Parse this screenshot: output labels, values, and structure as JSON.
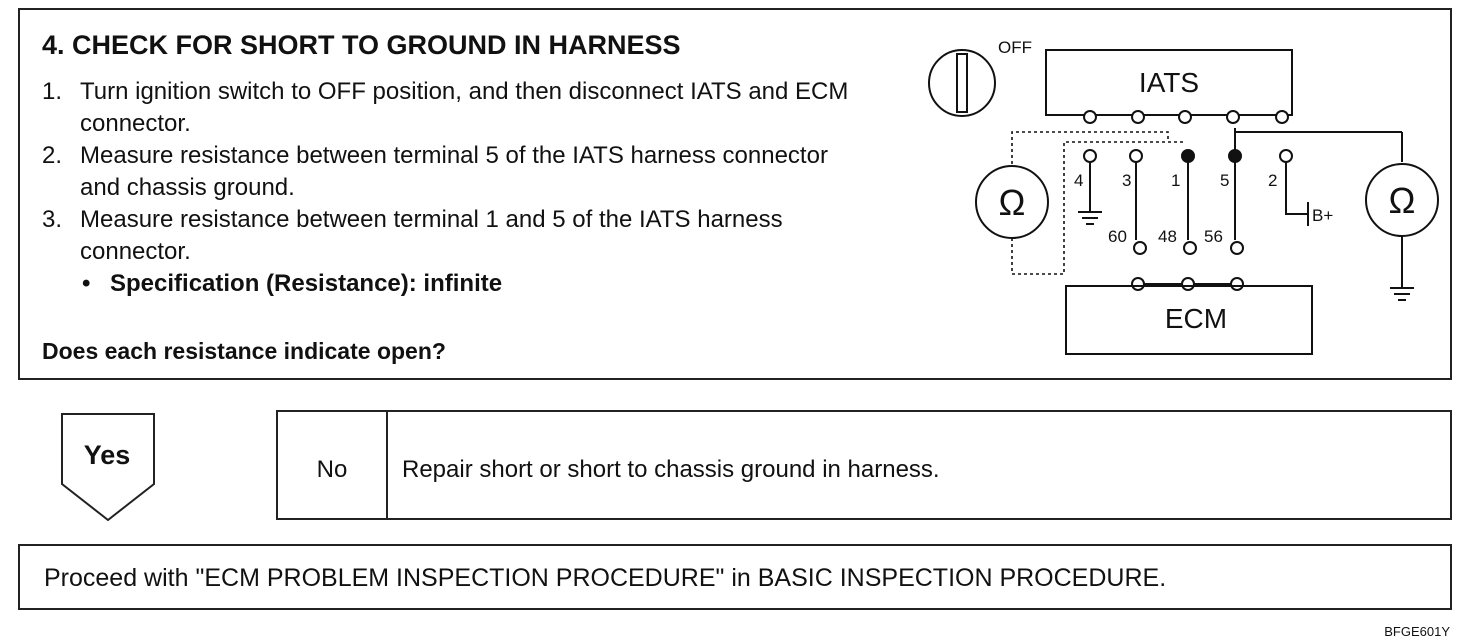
{
  "step": {
    "title": "4. CHECK FOR SHORT TO GROUND IN HARNESS",
    "items": [
      {
        "num": "1.",
        "text": "Turn ignition switch to OFF position, and then disconnect IATS and ECM connector."
      },
      {
        "num": "2.",
        "text": "Measure resistance between terminal 5 of the IATS harness connector and chassis ground."
      },
      {
        "num": "3.",
        "text": "Measure resistance between terminal 1 and 5 of the IATS harness connector."
      }
    ],
    "bullet": "•",
    "spec": "Specification (Resistance): infinite",
    "question": "Does each resistance indicate open?"
  },
  "diagram": {
    "switch_label": "OFF",
    "iats_label": "IATS",
    "ecm_label": "ECM",
    "ohm_symbol": "Ω",
    "bplus_label": "B+",
    "iats_terminals": [
      "4",
      "3",
      "1",
      "5",
      "2"
    ],
    "ecm_terminals": [
      "60",
      "48",
      "56"
    ]
  },
  "answers": {
    "yes_label": "Yes",
    "no_label": "No",
    "no_text": "Repair short or short to chassis ground in harness."
  },
  "proceed_text": "Proceed with \"ECM PROBLEM INSPECTION PROCEDURE\" in BASIC INSPECTION PROCEDURE.",
  "figure_code": "BFGE601Y"
}
